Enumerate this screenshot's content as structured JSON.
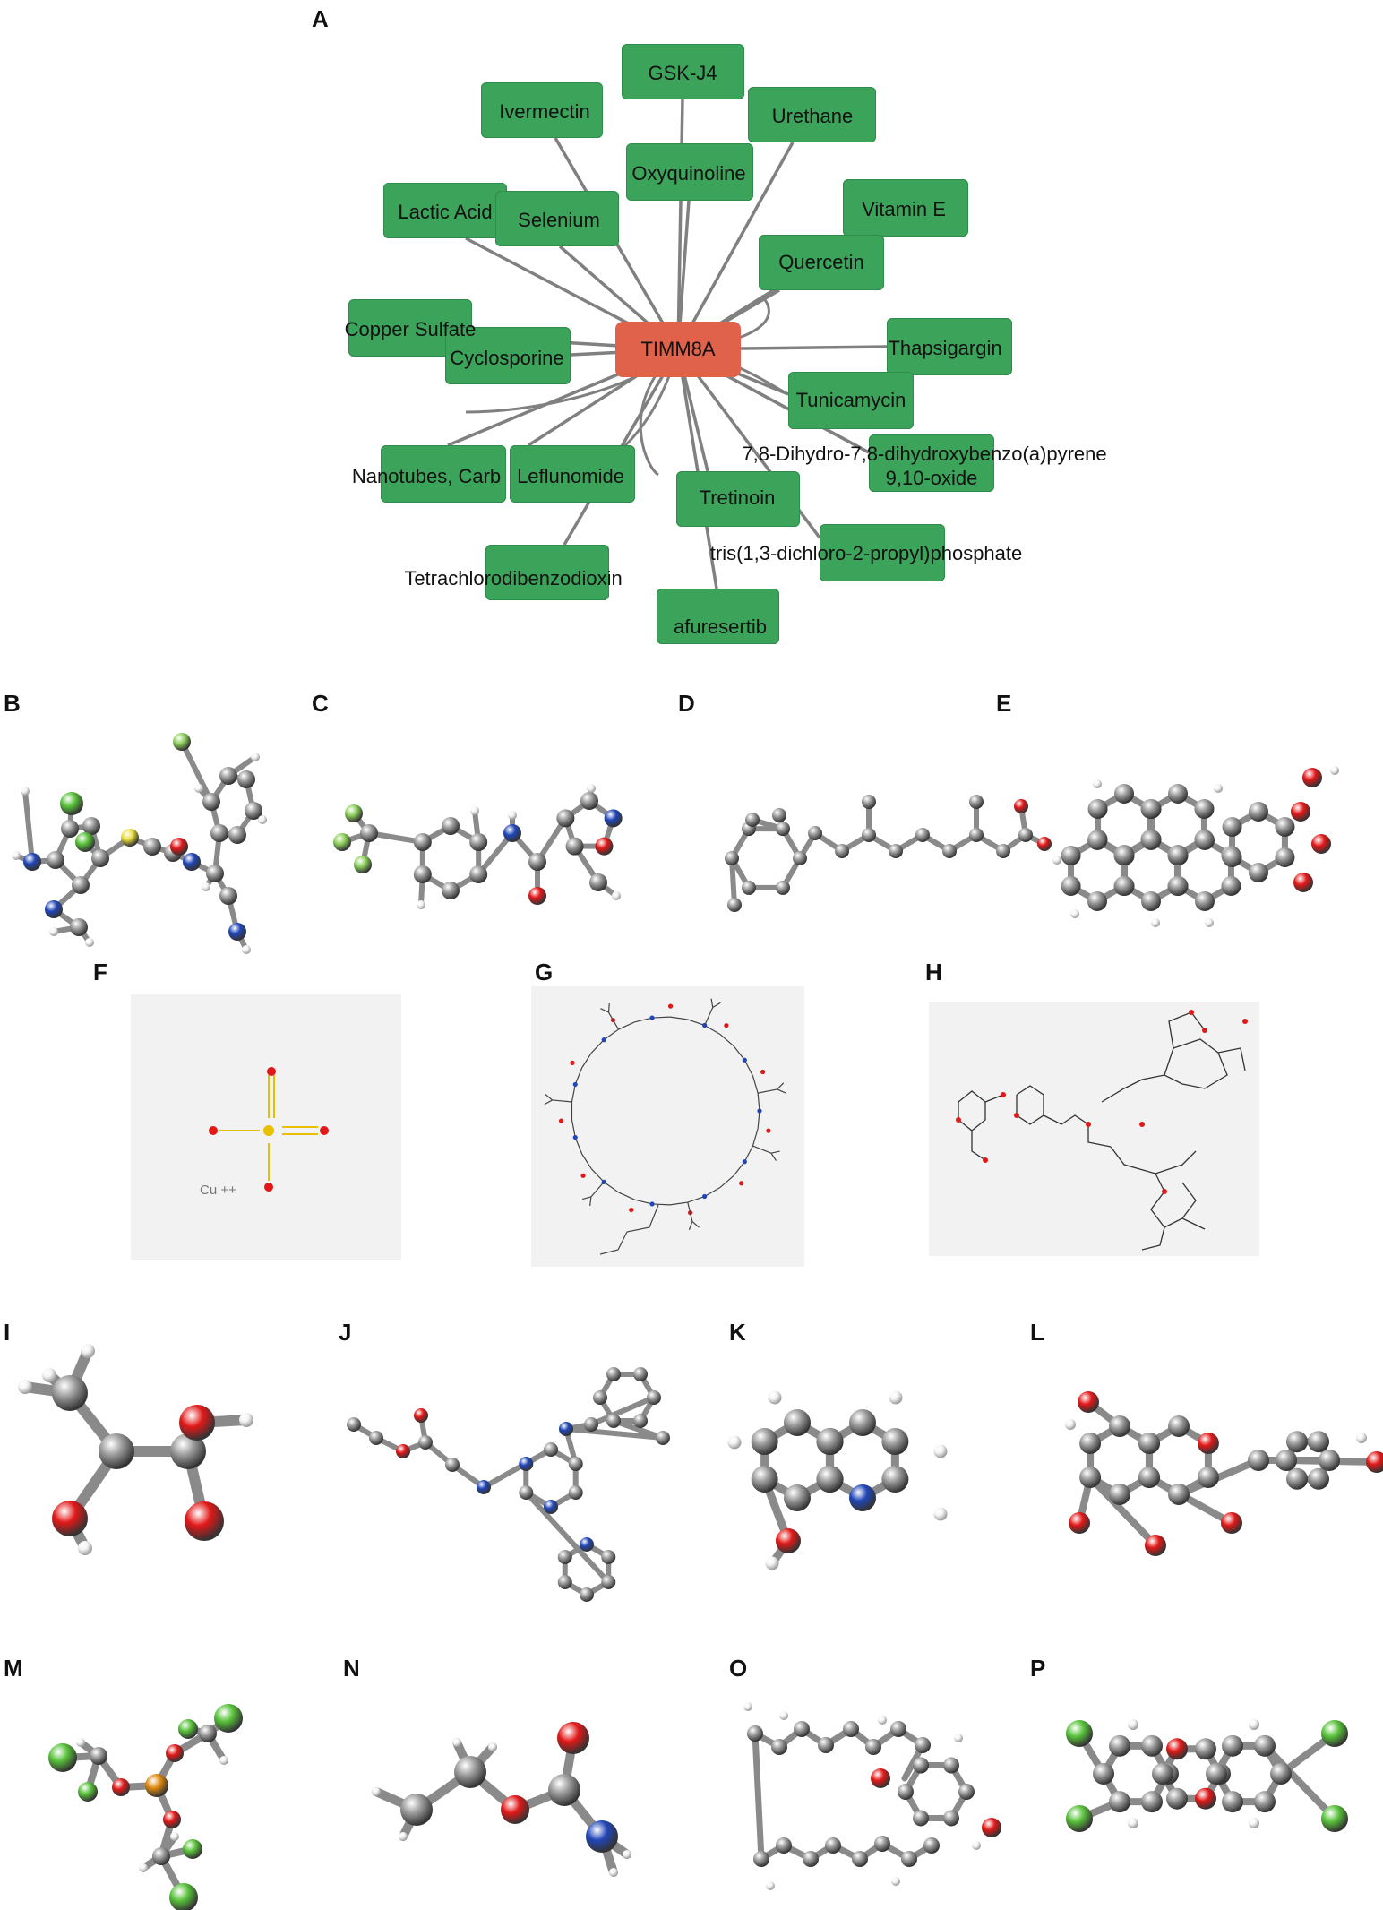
{
  "panels": {
    "a": "A",
    "b": "B",
    "c": "C",
    "d": "D",
    "e": "E",
    "f": "F",
    "g": "G",
    "h": "H",
    "i": "I",
    "j": "J",
    "k": "K",
    "l": "L",
    "m": "M",
    "n": "N",
    "o": "O",
    "p": "P"
  },
  "network": {
    "hub": "TIMM8A",
    "nodes": [
      "GSK-J4",
      "Ivermectin",
      "Urethane",
      "Oxyquinoline",
      "Lactic Acid",
      "Selenium",
      "Vitamin E",
      "Quercetin",
      "Copper Sulfate",
      "Cyclosporine",
      "Thapsigargin",
      "Tunicamycin",
      "7,8-Dihydro-7,8-dihydroxybenzo(a)pyrene",
      "9,10-oxide",
      "Nanotubes, Carb",
      "Leflunomide",
      "Tretinoin",
      "tris(1,3-dichloro-2-propyl)phosphate",
      "Tetrachlorodibenzodioxin",
      "afuresertib"
    ]
  },
  "structure_f": {
    "cu": "Cu ++"
  },
  "colors": {
    "node": "#3ca35a",
    "hub": "#e0624a",
    "edge": "#808080",
    "carbon": "#9a9a9a",
    "oxygen": "#e21818",
    "nitrogen": "#2046b8",
    "chlorine": "#58c23a",
    "fluorine": "#8cd05a",
    "sulfur": "#e8dd3a",
    "phosphorus": "#e08a10",
    "hydrogen": "#f4f4f4"
  }
}
